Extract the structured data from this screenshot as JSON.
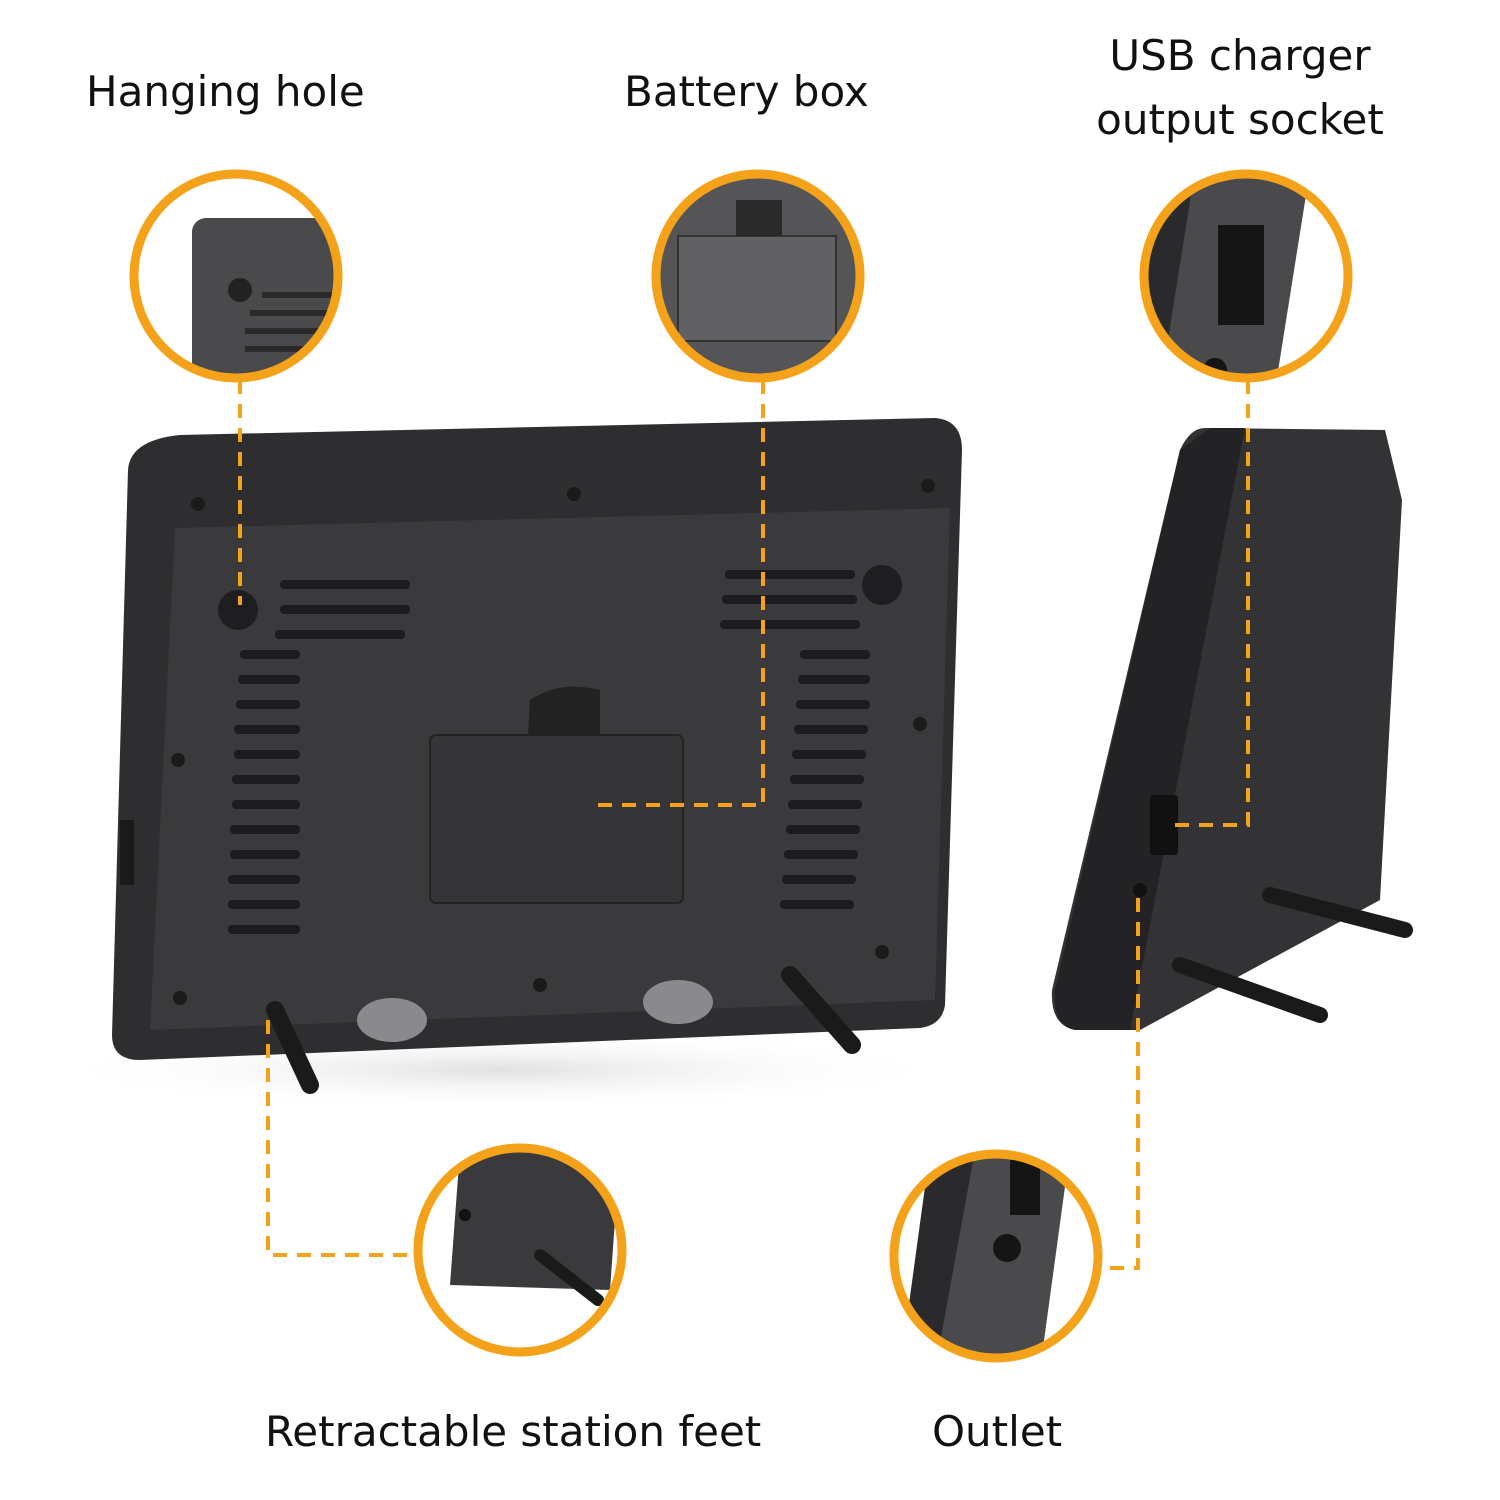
{
  "labels": {
    "hanging_hole": "Hanging hole",
    "battery_box": "Battery box",
    "usb_line1": "USB charger",
    "usb_line2": "output socket",
    "feet": "Retractable station feet",
    "outlet": "Outlet"
  },
  "colors": {
    "accent": "#F5A21B",
    "device": "#3a3a3c",
    "device_dark": "#262628",
    "text": "#111111"
  }
}
